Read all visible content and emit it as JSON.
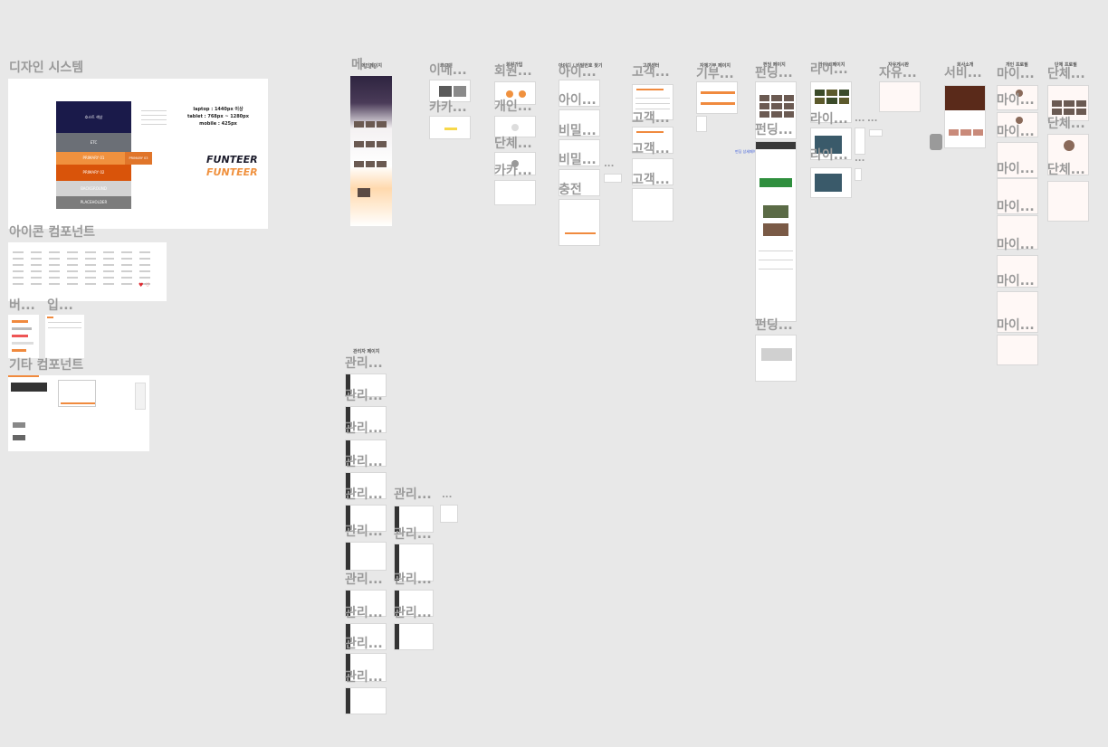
{
  "design_system": {
    "title": "디자인 시스템",
    "swatches": [
      {
        "label": "호스트 색상",
        "color": "#1a1a4a"
      },
      {
        "label": "ETC",
        "color": "#6b6f76"
      },
      {
        "label": "PRIMARY 01",
        "color": "#f0913e"
      },
      {
        "label": "PRIMARY 02",
        "color": "#d9540a"
      },
      {
        "label": "BACKGROUND",
        "color": "#d3d3d3"
      },
      {
        "label": "PLACEHOLDER",
        "color": "#7c7c7c"
      }
    ],
    "side_tag": "PRIMARY 03",
    "breakpoints": [
      "laptop : 1440px 이상",
      "tablet : 768px ~ 1280px",
      "mobile : 425px"
    ],
    "logo_text": "FUNTEER"
  },
  "left_labels": {
    "icon_components": "아이콘 컴포넌트",
    "button": "버...",
    "input": "입...",
    "other_components": "기타 컴포넌트"
  },
  "page_sections": [
    {
      "key": "main",
      "header": "메인페이지",
      "label": "메..."
    },
    {
      "key": "login",
      "header": "로그인",
      "label": "이메..."
    },
    {
      "key": "signup",
      "header": "회원가입",
      "label": "회원..."
    },
    {
      "key": "find",
      "header": "아이디 / 비밀번호 찾기",
      "label": "아이..."
    },
    {
      "key": "support",
      "header": "고객센터",
      "label": "고객..."
    },
    {
      "key": "donate",
      "header": "자체기부 페이지",
      "label": "기부..."
    },
    {
      "key": "funding",
      "header": "펀딩 페이지",
      "label": "펀딩..."
    },
    {
      "key": "live",
      "header": "라이브 페이지",
      "label": "라이..."
    },
    {
      "key": "board",
      "header": "자유게시판",
      "label": "자유..."
    },
    {
      "key": "service",
      "header": "회사소개",
      "label": "서비..."
    },
    {
      "key": "profile",
      "header": "개인 프로필",
      "label": "마이..."
    },
    {
      "key": "group",
      "header": "단체 프로필",
      "label": "단체..."
    }
  ],
  "sub_labels": {
    "kakao_login": "카카...",
    "personal": "개인...",
    "group_signup": "단체...",
    "kakao_signup": "카카...",
    "find_id": "아이...",
    "password_1": "비밀...",
    "password_2": "비밀...",
    "charge": "충전",
    "support_1": "고객...",
    "support_2": "고객...",
    "support_3": "고객...",
    "funding_2": "펀딩...",
    "funding_3": "펀딩...",
    "live_2": "라이...",
    "live_3": "라이...",
    "my_1": "마이...",
    "my_2": "마이...",
    "my_3": "마이...",
    "my_4": "마이...",
    "my_5": "마이...",
    "my_6": "마이...",
    "my_7": "마이...",
    "group_2": "단체...",
    "group_3": "단체..."
  },
  "funding_link": "펀딩 상세페이지",
  "admin": {
    "header": "관리자 페이지",
    "label": "관리..."
  },
  "ellipsis": "..."
}
